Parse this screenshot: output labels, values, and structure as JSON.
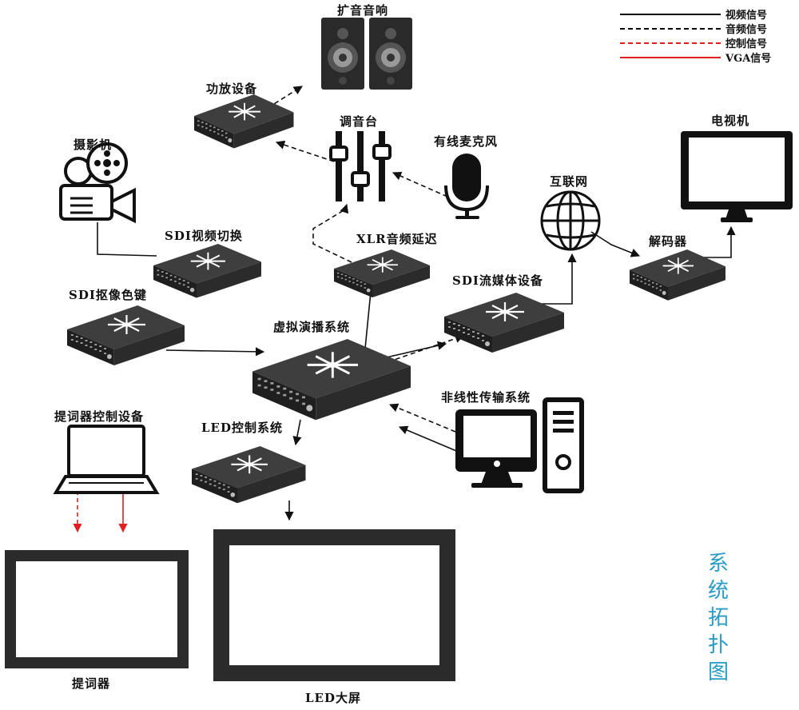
{
  "title_chars": [
    "系",
    "统",
    "拓",
    "扑",
    "图"
  ],
  "legend": [
    {
      "label": "视频信号",
      "color": "#000000",
      "style": "solid"
    },
    {
      "label": "音频信号",
      "color": "#000000",
      "style": "dashed"
    },
    {
      "label": "控制信号",
      "color": "#e02020",
      "style": "dashed"
    },
    {
      "label": "VGA信号",
      "color": "#e02020",
      "style": "solid"
    }
  ],
  "nodes": {
    "speakers": "扩音音响",
    "amplifier": "功放设备",
    "mixer": "调音台",
    "microphone": "有线麦克风",
    "camera": "摄影机",
    "sdi_switch": "SDI视频切换",
    "xlr_delay": "XLR音频延迟",
    "sdi_keyer": "SDI抠像色键",
    "virtual_studio": "虚拟演播系统",
    "sdi_streaming": "SDI流媒体设备",
    "internet": "互联网",
    "decoder": "解码器",
    "tv": "电视机",
    "nonlinear": "非线性传输系统",
    "prompter_control": "提词器控制设备",
    "led_control": "LED控制系统",
    "prompter": "提词器",
    "led_screen": "LED大屏"
  }
}
